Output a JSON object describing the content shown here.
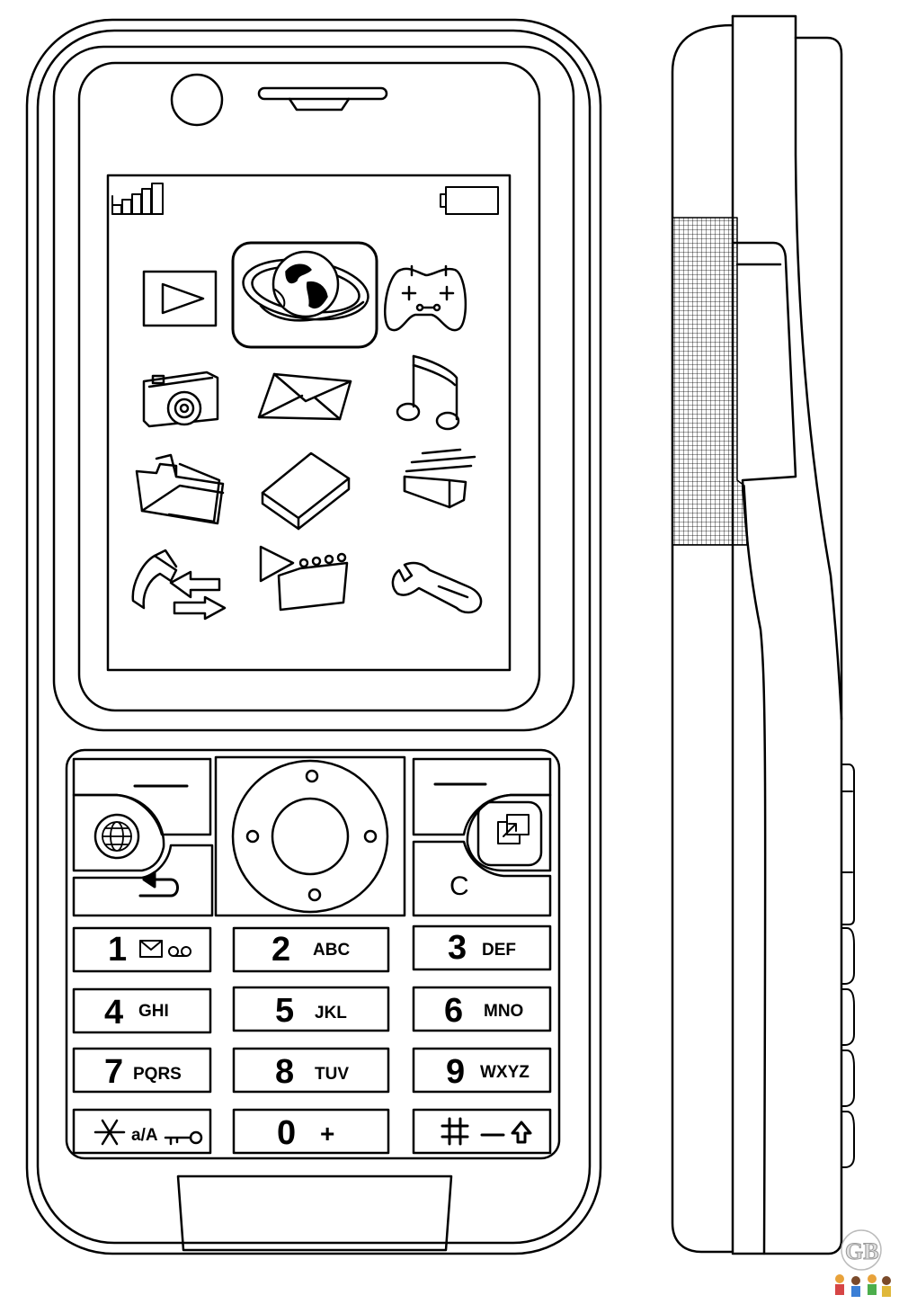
{
  "phone": {
    "keypad": {
      "keys": [
        {
          "digit": "1",
          "letters": ""
        },
        {
          "digit": "2",
          "letters": "ABC"
        },
        {
          "digit": "3",
          "letters": "DEF"
        },
        {
          "digit": "4",
          "letters": "GHI"
        },
        {
          "digit": "5",
          "letters": "JKL"
        },
        {
          "digit": "6",
          "letters": "MNO"
        },
        {
          "digit": "7",
          "letters": "PQRS"
        },
        {
          "digit": "8",
          "letters": "TUV"
        },
        {
          "digit": "9",
          "letters": "WXYZ"
        },
        {
          "digit": "",
          "letters": "a/A"
        },
        {
          "digit": "0",
          "letters": "+"
        },
        {
          "digit": "#",
          "letters": ""
        }
      ]
    },
    "clear_key_label": "C",
    "screen_icons": [
      "video-player-icon",
      "internet-globe-icon",
      "games-controller-icon",
      "camera-icon",
      "messaging-envelope-icon",
      "music-note-icon",
      "file-manager-folder-icon",
      "organizer-book-icon",
      "scanner-icon",
      "call-log-icon",
      "notes-icon",
      "settings-wrench-icon"
    ],
    "line_color": "#000000",
    "fill_color": "#ffffff"
  },
  "watermark": {
    "text": "GB"
  }
}
